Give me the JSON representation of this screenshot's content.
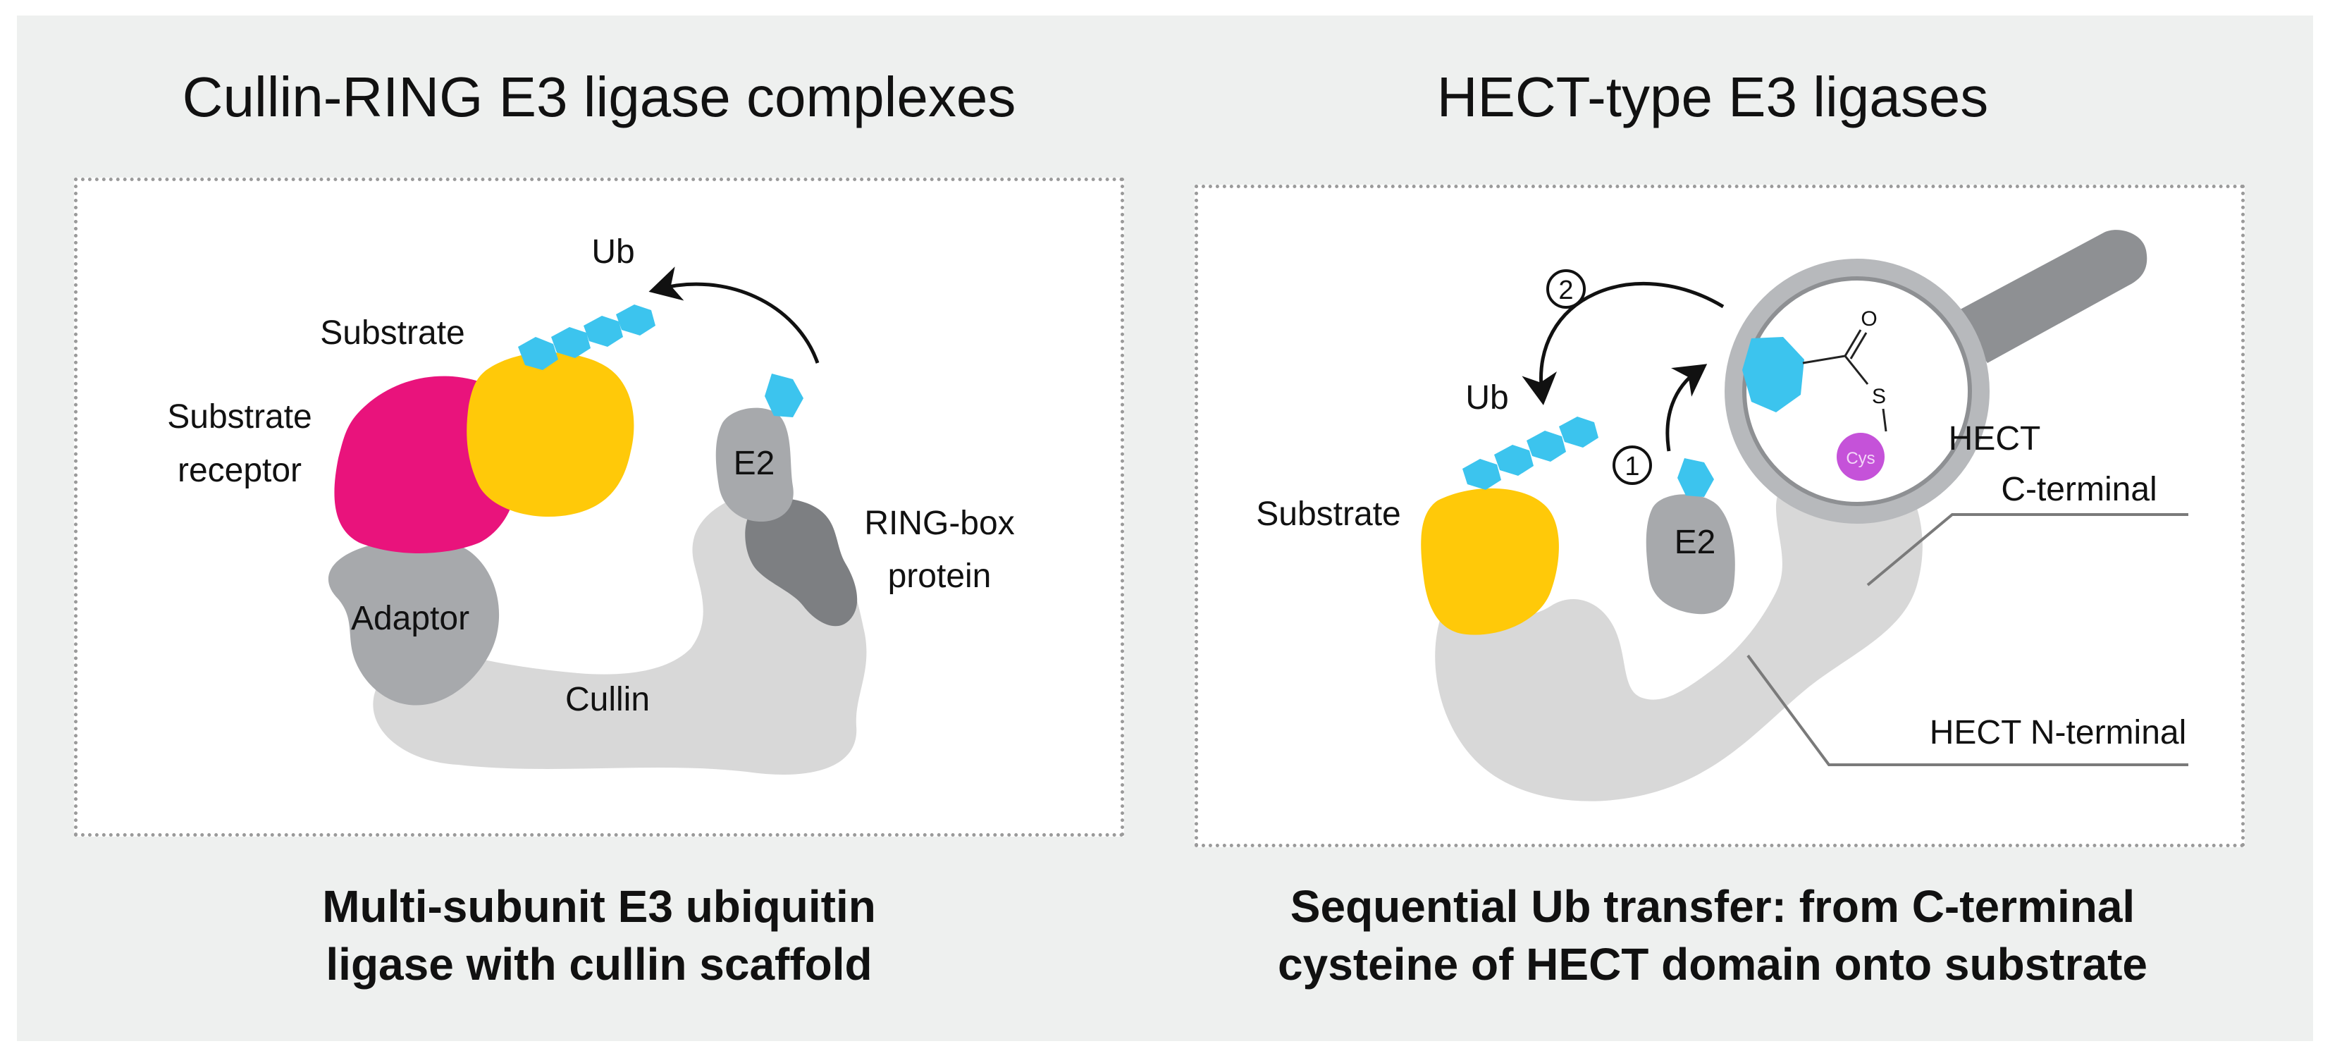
{
  "left": {
    "title": "Cullin-RING E3 ligase complexes",
    "caption": [
      "Multi-subunit E3 ubiquitin",
      "ligase with cullin scaffold"
    ],
    "labels": {
      "ub": "Ub",
      "substrate": "Substrate",
      "receptor": [
        "Substrate",
        "receptor"
      ],
      "e2": "E2",
      "ringbox": [
        "RING-box",
        "protein"
      ],
      "adaptor": "Adaptor",
      "cullin": "Cullin"
    }
  },
  "right": {
    "title": "HECT-type E3 ligases",
    "caption": [
      "Sequential Ub transfer: from C-terminal",
      "cysteine of HECT domain onto substrate"
    ],
    "labels": {
      "step2": "2",
      "step1": "1",
      "ub": "Ub",
      "substrate": "Substrate",
      "e2": "E2",
      "hect_c": [
        "HECT",
        "C-terminal"
      ],
      "hect_n": "HECT N-terminal",
      "o": "O",
      "s": "S",
      "cys": "Cys"
    }
  },
  "colors": {
    "ubiquitin": "#3cc4ee",
    "substrate": "#ffc909",
    "receptor": "#e9137c",
    "light_gray": "#d8d8d8",
    "mid_gray": "#a7a9ac",
    "dark_gray": "#7d7f82",
    "cys": "#c552d9"
  }
}
